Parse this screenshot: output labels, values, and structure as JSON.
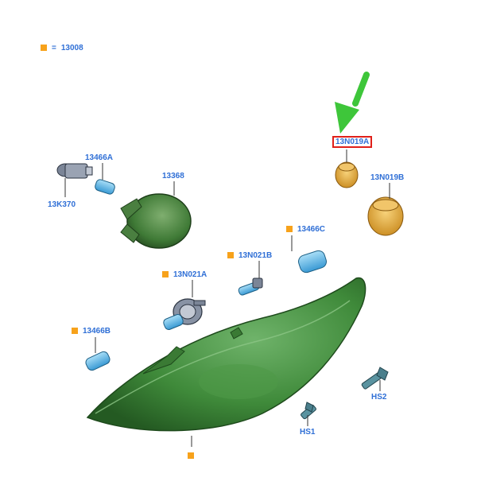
{
  "legend": {
    "symbol": "square",
    "equals": "=",
    "code": "13008"
  },
  "parts": {
    "p_13466A": "13466A",
    "p_13368": "13368",
    "p_13K370": "13K370",
    "p_13N019A": "13N019A",
    "p_13N019B": "13N019B",
    "p_13466C": "13466C",
    "p_13N021B": "13N021B",
    "p_13N021A": "13N021A",
    "p_13466B": "13466B",
    "p_HS2": "HS2",
    "p_HS1": "HS1"
  },
  "colors": {
    "label": "#2f6fd6",
    "marker": "#f7a21b",
    "highlight": "#e0201a",
    "arrow": "#3ec63a",
    "lens": "#3f8a3a",
    "bulb": "#5bb8e8",
    "amber": "#e1a83a"
  }
}
